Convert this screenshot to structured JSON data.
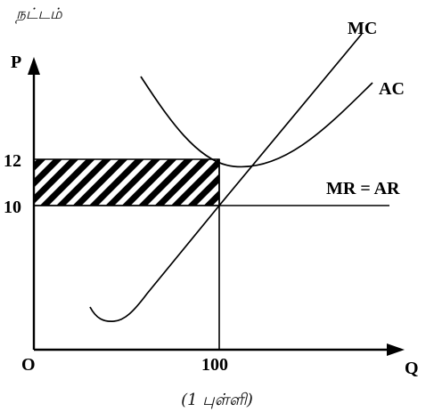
{
  "heading": "நட்டம்",
  "caption": "(1 புள்ளி)",
  "colors": {
    "ink": "#000000",
    "background": "#ffffff"
  },
  "axes": {
    "y_label": "P",
    "x_label": "Q",
    "origin_label": "O"
  },
  "ticks": {
    "price_high": "12",
    "price_low": "10",
    "quantity": "100"
  },
  "curves": {
    "mc_label": "MC",
    "ac_label": "AC",
    "mr_ar_label": "MR = AR"
  },
  "values": {
    "price_mr": 10,
    "average_cost": 12,
    "quantity": 100
  }
}
